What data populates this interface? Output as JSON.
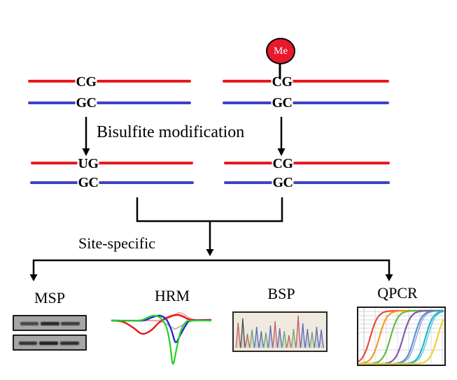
{
  "colors": {
    "strand_red": "#e8191c",
    "strand_blue": "#3b44c4",
    "me_fill": "#e8192c",
    "arrow_black": "#000000"
  },
  "diagram": {
    "me_label": "Me",
    "bisulfite_label": "Bisulfite modification",
    "site_label": "Site-specific",
    "strands": {
      "row1_left": {
        "top": "CG",
        "bottom": "GC"
      },
      "row1_right": {
        "top": "CG",
        "bottom": "GC"
      },
      "row2_left": {
        "top": "UG",
        "bottom": "GC"
      },
      "row2_right": {
        "top": "CG",
        "bottom": "GC"
      }
    },
    "methods": [
      "MSP",
      "HRM",
      "BSP",
      "QPCR"
    ]
  },
  "panels": {
    "msp_gel": {
      "strips": [
        {
          "bands": [
            {
              "x": 9,
              "w": 26,
              "i": 0.72
            },
            {
              "x": 38,
              "w": 27,
              "i": 0.95
            },
            {
              "x": 67,
              "w": 27,
              "i": 0.78
            }
          ]
        },
        {
          "bands": [
            {
              "x": 7,
              "w": 26,
              "i": 0.85
            },
            {
              "x": 36,
              "w": 27,
              "i": 1.0
            },
            {
              "x": 66,
              "w": 27,
              "i": 0.9
            }
          ]
        }
      ]
    },
    "hrm": {
      "curves": [
        {
          "name": "gray",
          "color": "#b9b9b9",
          "width": 2,
          "points": [
            [
              2,
              18
            ],
            [
              40,
              18
            ],
            [
              70,
              19
            ],
            [
              85,
              26
            ],
            [
              92,
              30
            ],
            [
              100,
              26
            ],
            [
              115,
              19
            ],
            [
              143,
              18
            ]
          ]
        },
        {
          "name": "pink",
          "color": "#f2a9ac",
          "width": 2,
          "points": [
            [
              2,
              18
            ],
            [
              60,
              18
            ],
            [
              80,
              16
            ],
            [
              98,
              7
            ],
            [
              112,
              14
            ],
            [
              125,
              18
            ],
            [
              143,
              18
            ]
          ]
        },
        {
          "name": "red",
          "color": "#e81417",
          "width": 2.4,
          "points": [
            [
              2,
              18
            ],
            [
              18,
              20
            ],
            [
              32,
              28
            ],
            [
              45,
              37
            ],
            [
              58,
              32
            ],
            [
              68,
              22
            ],
            [
              80,
              14
            ],
            [
              95,
              10
            ],
            [
              105,
              13
            ],
            [
              115,
              17
            ],
            [
              143,
              17
            ]
          ]
        },
        {
          "name": "blue",
          "color": "#2b2bd5",
          "width": 2.4,
          "points": [
            [
              2,
              18
            ],
            [
              45,
              18
            ],
            [
              58,
              14
            ],
            [
              70,
              11
            ],
            [
              80,
              17
            ],
            [
              87,
              32
            ],
            [
              93,
              49
            ],
            [
              100,
              38
            ],
            [
              108,
              24
            ],
            [
              115,
              18
            ],
            [
              143,
              18
            ]
          ]
        },
        {
          "name": "green",
          "color": "#23d31f",
          "width": 2.2,
          "points": [
            [
              2,
              18
            ],
            [
              40,
              18
            ],
            [
              52,
              14
            ],
            [
              62,
              11
            ],
            [
              72,
              15
            ],
            [
              80,
              28
            ],
            [
              85,
              52
            ],
            [
              89,
              80
            ],
            [
              94,
              60
            ],
            [
              100,
              34
            ],
            [
              107,
              21
            ],
            [
              115,
              18
            ],
            [
              143,
              18
            ]
          ]
        }
      ]
    },
    "bsp": {
      "peaks": [
        {
          "c": "#bf6262",
          "h": 36
        },
        {
          "c": "#4a4a4a",
          "h": 42
        },
        {
          "c": "#bf6262",
          "h": 20
        },
        {
          "c": "#69a869",
          "h": 26
        },
        {
          "c": "#5b6bb5",
          "h": 30
        },
        {
          "c": "#5b6bb5",
          "h": 24
        },
        {
          "c": "#69a869",
          "h": 22
        },
        {
          "c": "#5b6bb5",
          "h": 32
        },
        {
          "c": "#bf6262",
          "h": 38
        },
        {
          "c": "#5b6bb5",
          "h": 28
        },
        {
          "c": "#69a869",
          "h": 24
        },
        {
          "c": "#bf6262",
          "h": 18
        },
        {
          "c": "#69a869",
          "h": 27
        },
        {
          "c": "#bf6262",
          "h": 46
        },
        {
          "c": "#5b6bb5",
          "h": 35
        },
        {
          "c": "#5b6bb5",
          "h": 27
        },
        {
          "c": "#69a869",
          "h": 23
        },
        {
          "c": "#5b6bb5",
          "h": 30
        },
        {
          "c": "#5b6bb5",
          "h": 26
        }
      ]
    },
    "qpcr": {
      "curves": [
        {
          "color": "#e84c3d",
          "mid": 17,
          "double": false
        },
        {
          "color": "#f59a23",
          "mid": 30,
          "double": false
        },
        {
          "color": "#62bb46",
          "mid": 46,
          "double": false
        },
        {
          "color": "#7a5fa8",
          "mid": 64,
          "double": false
        },
        {
          "color": "#5a8fd0",
          "mid": 80,
          "double": true
        },
        {
          "color": "#20b8c9",
          "mid": 96,
          "double": true
        },
        {
          "color": "#f2d22e",
          "mid": 113,
          "double": false
        }
      ]
    }
  }
}
